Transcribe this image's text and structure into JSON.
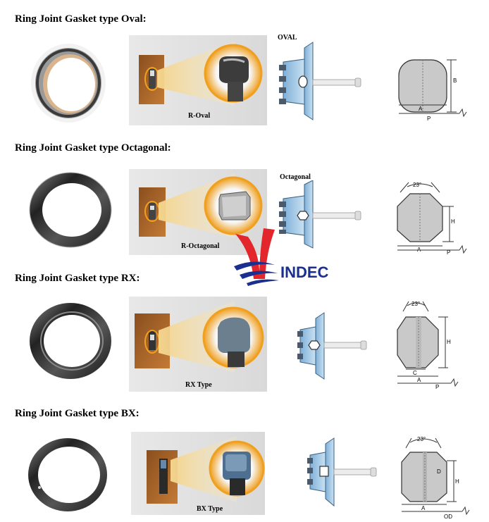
{
  "sections": [
    {
      "title": "Ring Joint Gasket type Oval:",
      "caption": "R-Oval",
      "flange_label": "OVAL",
      "dims": [
        "B",
        "A",
        "P"
      ]
    },
    {
      "title": "Ring Joint Gasket type Octagonal:",
      "caption": "R-Octagonal",
      "flange_label": "Octagonal",
      "dims": [
        "23°",
        "H",
        "A",
        "P"
      ]
    },
    {
      "title": "Ring Joint Gasket type RX:",
      "caption": "RX Type",
      "flange_label": "",
      "dims": [
        "23°",
        "H",
        "C",
        "A",
        "P"
      ]
    },
    {
      "title": "Ring Joint Gasket type BX:",
      "caption": "BX Type",
      "flange_label": "",
      "dims": [
        "23°",
        "D",
        "H",
        "A",
        "OD"
      ]
    }
  ],
  "logo": {
    "text": "INDEC",
    "colors": {
      "red": "#e3262b",
      "blue": "#1b2f8f"
    }
  }
}
